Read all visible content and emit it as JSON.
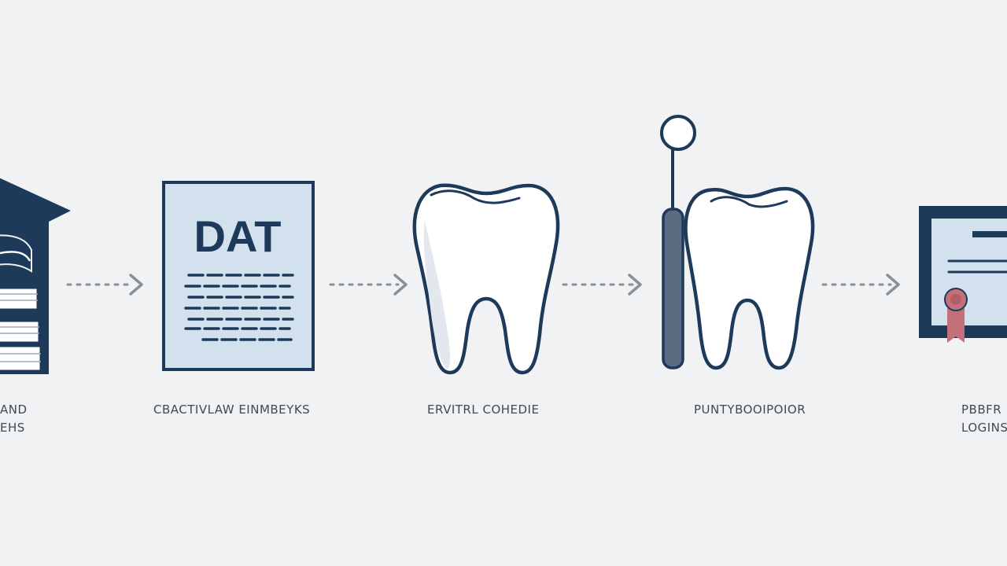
{
  "colors": {
    "background": "#f1f2f3",
    "navy": "#1d3a5a",
    "light_blue": "#d3e1ee",
    "arrow_gray": "#8a9096",
    "instrument_gray": "#5a6d80",
    "seal_red": "#c4707a"
  },
  "document": {
    "heading": "DAT"
  },
  "steps": [
    {
      "id": "education",
      "icon": "graduation-books-icon",
      "label_lines": [
        "AND",
        "EHS"
      ]
    },
    {
      "id": "dat",
      "icon": "dat-document-icon",
      "label_lines": [
        "CBACTIVLAW EINMBEYKS"
      ]
    },
    {
      "id": "dental-school",
      "icon": "tooth-icon",
      "label_lines": [
        "ERVITRL COHEDIE"
      ]
    },
    {
      "id": "practice",
      "icon": "tooth-with-dental-mirror-icon",
      "label_lines": [
        "PUNTYBOOIPOIOR"
      ]
    },
    {
      "id": "license",
      "icon": "certificate-icon",
      "label_lines": [
        "PBBFR",
        "LOGINS"
      ]
    }
  ],
  "arrows": [
    "dotted-arrow-icon",
    "dotted-arrow-icon",
    "dotted-arrow-icon",
    "dotted-arrow-icon"
  ]
}
